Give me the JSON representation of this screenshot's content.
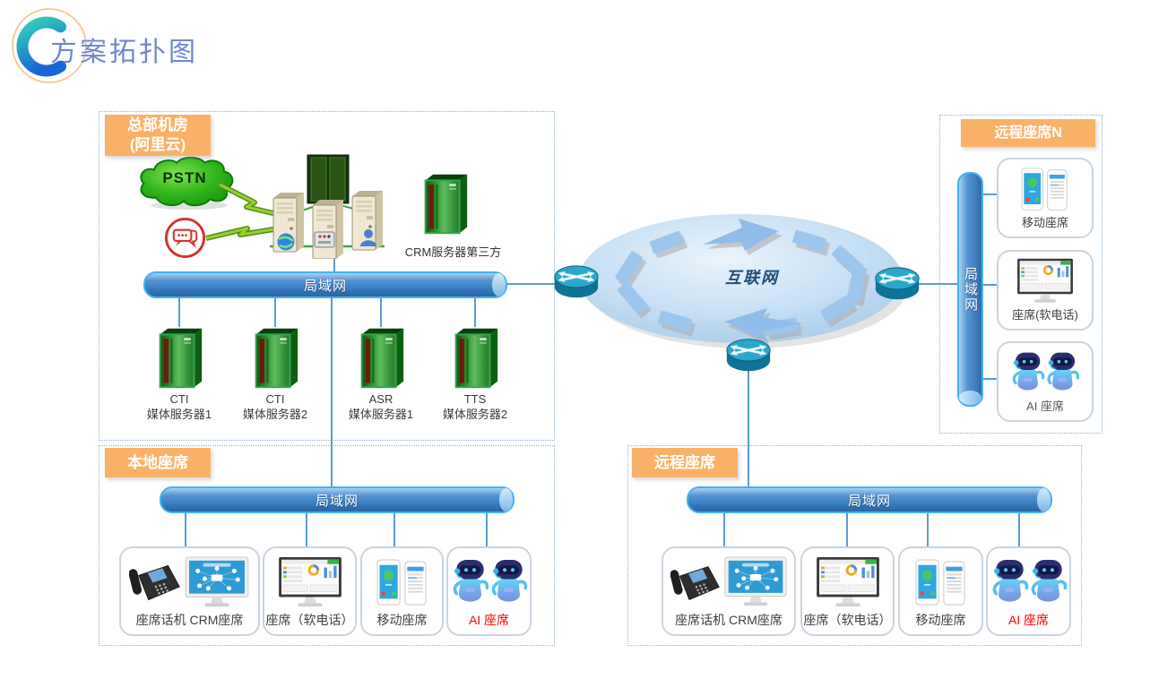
{
  "header": {
    "title": "方案拓扑图"
  },
  "colors": {
    "section_label_bg": "#F9B167",
    "lan_bar_blue": "#3C80BE",
    "connector_blue": "#5B9BD5",
    "title_blue": "#7087CF",
    "highlight_red": "#FF0000",
    "pstn_green": "#2DB31A",
    "internet_text_blue": "#1F4E79"
  },
  "hq": {
    "label_line1": "总部机房",
    "label_line2": "(阿里云)",
    "pstn_label": "PSTN",
    "sms_icon": "chat-bubbles",
    "crm_server_label": "CRM服务器第三方",
    "lan_label": "局域网",
    "servers": [
      {
        "name": "CTI",
        "sub": "媒体服务器1",
        "color": "#3A3A3A"
      },
      {
        "name": "CTI",
        "sub": "媒体服务器2",
        "color": "#3A3A3A"
      },
      {
        "name": "ASR",
        "sub": "媒体服务器1",
        "color": "#FF0000"
      },
      {
        "name": "TTS",
        "sub": "媒体服务器2",
        "color": "#FF0000"
      }
    ]
  },
  "local_agents": {
    "label": "本地座席",
    "lan_label": "局域网",
    "devices": [
      {
        "label": "座席话机  CRM座席",
        "color": "#404040"
      },
      {
        "label": "座席（软电话）",
        "color": "#404040"
      },
      {
        "label": "移动座席",
        "color": "#404040"
      },
      {
        "label": "AI  座席",
        "color": "#FF0000"
      }
    ]
  },
  "internet": {
    "label": "互联网"
  },
  "remote_agents_n": {
    "label": "远程座席N",
    "lan_label": "局域网",
    "devices": [
      {
        "label": "移动座席",
        "color": "#404040"
      },
      {
        "label": "座席(软电话)",
        "color": "#404040"
      },
      {
        "label": "AI  座席",
        "color": "#595959"
      }
    ]
  },
  "remote_agents": {
    "label": "远程座席",
    "lan_label": "局域网",
    "devices": [
      {
        "label": "座席话机  CRM座席",
        "color": "#404040"
      },
      {
        "label": "座席（软电话）",
        "color": "#404040"
      },
      {
        "label": "移动座席",
        "color": "#404040"
      },
      {
        "label": "AI  座席",
        "color": "#FF0000"
      }
    ]
  }
}
